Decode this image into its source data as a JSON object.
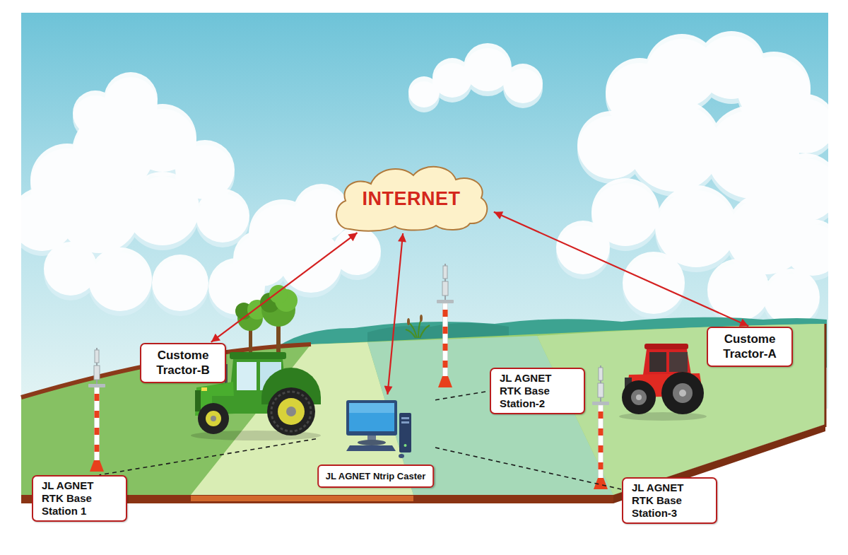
{
  "diagram": {
    "nodes": [
      {
        "text": [
          "INTERNET"
        ]
      },
      {
        "text": [
          "Custome Tractor-B"
        ]
      },
      {
        "text": [
          "Custome Tractor-A"
        ]
      },
      {
        "text": [
          "JL AGNET RTK Base Station-2"
        ]
      },
      {
        "text": [
          "JL AGNET Ntrip Caster"
        ]
      },
      {
        "text": [
          "JL AGNET RTK Base Station 1"
        ]
      },
      {
        "text": [
          "JL AGNET RTK Base Station-3"
        ]
      }
    ],
    "edges": [
      {
        "from": 0,
        "to": 1,
        "arrow": "both"
      },
      {
        "from": 0,
        "to": 4,
        "arrow": "both"
      },
      {
        "from": 0,
        "to": 2,
        "arrow": "both"
      },
      {
        "from": 4,
        "to": 5,
        "arrow": "none"
      },
      {
        "from": 4,
        "to": 3,
        "arrow": "none"
      },
      {
        "from": 4,
        "to": 6,
        "arrow": "none"
      }
    ]
  }
}
